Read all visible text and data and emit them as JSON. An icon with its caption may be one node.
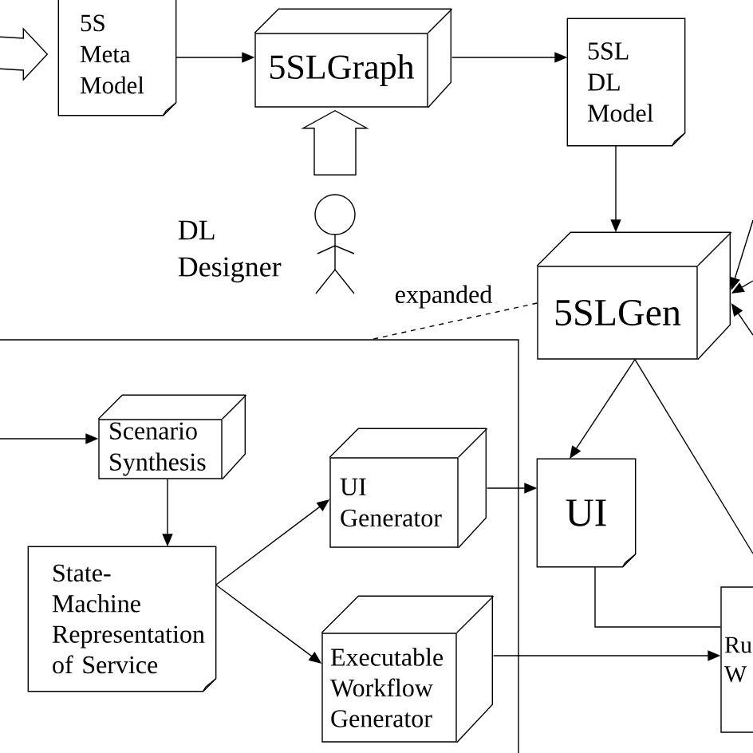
{
  "diagram": {
    "nodes": [
      {
        "text": [
          "5S Meta Model"
        ]
      },
      {
        "text": [
          "5SLGraph"
        ]
      },
      {
        "text": [
          "5SL DL Model"
        ]
      },
      {
        "text": [],
        "shape": "person",
        "beside": [
          "DL Designer"
        ]
      },
      {
        "text": [
          "5SLGen"
        ]
      },
      {
        "text": [],
        "shape": "box"
      },
      {
        "text": [
          "Scenario Synthesis"
        ],
        "in": 5
      },
      {
        "text": [
          "State-Machine Representation of Service"
        ],
        "in": 5
      },
      {
        "text": [
          "UI Generator"
        ],
        "in": 5
      },
      {
        "text": [
          "Executable Workflow Generator"
        ],
        "in": 5
      },
      {
        "text": [
          "UI"
        ]
      },
      {
        "text": [
          "Ru W"
        ]
      }
    ],
    "edges": [
      {
        "from": null,
        "to": 0,
        "arrow": "to",
        "style": "thick"
      },
      {
        "from": 0,
        "to": 1,
        "arrow": "to"
      },
      {
        "from": 1,
        "to": 2,
        "arrow": "to"
      },
      {
        "from": 2,
        "to": 4,
        "arrow": "to"
      },
      {
        "from": 3,
        "to": 1,
        "arrow": "to",
        "style": "thick"
      },
      {
        "from": 4,
        "to": 5,
        "arrow": "none",
        "style": "dashed",
        "label": "expanded"
      },
      {
        "from": null,
        "to": 4,
        "arrow": "to"
      },
      {
        "from": null,
        "to": 4,
        "arrow": "to"
      },
      {
        "from": null,
        "to": 4,
        "arrow": "to"
      },
      {
        "from": null,
        "to": 6,
        "arrow": "to"
      },
      {
        "from": 6,
        "to": 7,
        "arrow": "to"
      },
      {
        "from": 7,
        "to": 8,
        "arrow": "to"
      },
      {
        "from": 7,
        "to": 9,
        "arrow": "to"
      },
      {
        "from": 8,
        "to": 10,
        "arrow": "to"
      },
      {
        "from": 4,
        "to": 10,
        "arrow": "to"
      },
      {
        "from": 4,
        "to": null,
        "arrow": "none"
      },
      {
        "from": 10,
        "to": 11,
        "arrow": "none"
      },
      {
        "from": 9,
        "to": 11,
        "arrow": "to"
      }
    ]
  }
}
